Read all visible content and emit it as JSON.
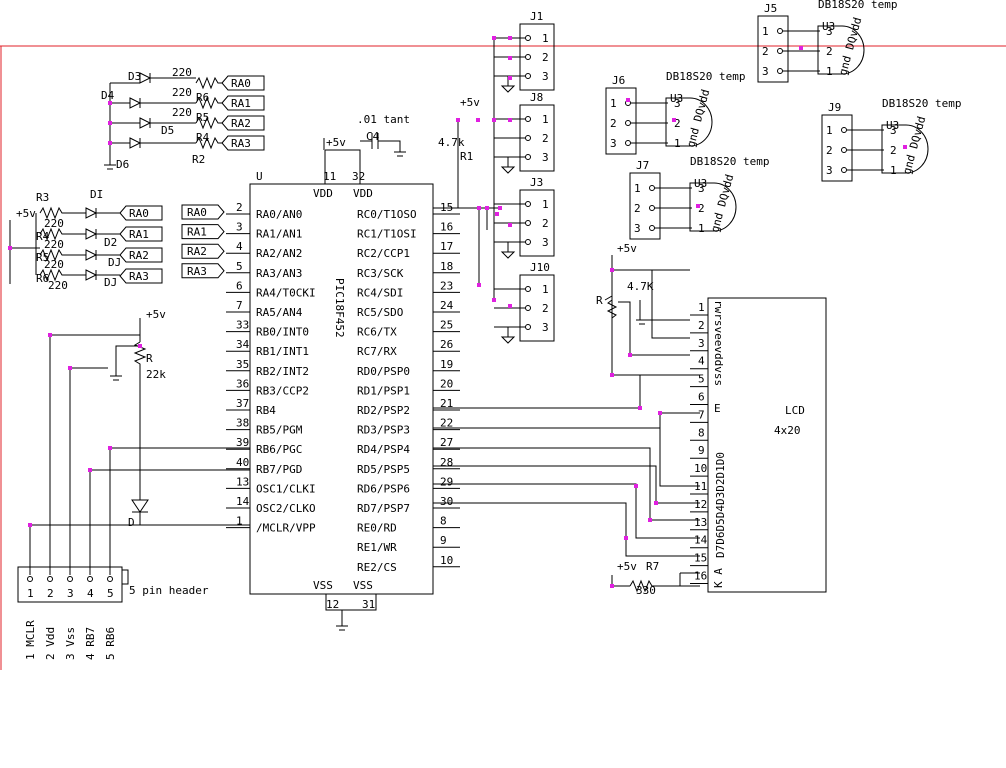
{
  "colors": {
    "wire": "#000000",
    "node": "#e020e0",
    "border": "#e0202a",
    "background": "#ffffff"
  },
  "labels": {
    "mcu_ref": "U",
    "mcu_name": "PIC18F452",
    "vdd1": "VDD",
    "vdd2": "VDD",
    "vss1": "VSS",
    "vss2": "VSS",
    "pin11": "11",
    "pin32": "32",
    "pin12": "12",
    "pin31": "31",
    "v5_main": "+5v",
    "v5_r": "+5v",
    "v5_r1": "+5v",
    "v5_lcd": "+5v",
    "v5_bl": "+5v",
    "v5_leds": "+5v",
    "cap_ref": "C4",
    "cap_val": ".01 tant",
    "r_ref": "R",
    "r_val": "22k",
    "diode_ref": "D",
    "header": "5 pin header",
    "r1_ref": "R1",
    "r1_val": "4.7k",
    "r2_ref": "R2",
    "r3_ref": "R3",
    "r7_ref": "R7",
    "r7_val": "330",
    "pot_ref": "R",
    "pot_val": "4.7K",
    "lcd_name": "LCD",
    "lcd_size": "4x20",
    "lcd_ctrl": "rwrsveevddvss",
    "lcd_ek": "E",
    "lcd_d": "D7D6D5D4D3D2D1D0",
    "lcd_ka": "K A",
    "sensor": "DB18S20 temp",
    "sensor_pins": "gnd DQvdd",
    "u3": "U3"
  },
  "mcu_left_pins": [
    {
      "num": "2",
      "name": "RA0/AN0"
    },
    {
      "num": "3",
      "name": "RA1/AN1"
    },
    {
      "num": "4",
      "name": "RA2/AN2"
    },
    {
      "num": "5",
      "name": "RA3/AN3"
    },
    {
      "num": "6",
      "name": "RA4/T0CKI"
    },
    {
      "num": "7",
      "name": "RA5/AN4"
    },
    {
      "num": "33",
      "name": "RB0/INT0"
    },
    {
      "num": "34",
      "name": "RB1/INT1"
    },
    {
      "num": "35",
      "name": "RB2/INT2"
    },
    {
      "num": "36",
      "name": "RB3/CCP2"
    },
    {
      "num": "37",
      "name": "RB4"
    },
    {
      "num": "38",
      "name": "RB5/PGM"
    },
    {
      "num": "39",
      "name": "RB6/PGC"
    },
    {
      "num": "40",
      "name": "RB7/PGD"
    },
    {
      "num": "13",
      "name": "OSC1/CLKI"
    },
    {
      "num": "14",
      "name": "OSC2/CLKO"
    },
    {
      "num": "1",
      "name": "/MCLR/VPP"
    }
  ],
  "mcu_right_pins": [
    {
      "num": "15",
      "name": "RC0/T1OSO"
    },
    {
      "num": "16",
      "name": "RC1/T1OSI"
    },
    {
      "num": "17",
      "name": "RC2/CCP1"
    },
    {
      "num": "18",
      "name": "RC3/SCK"
    },
    {
      "num": "23",
      "name": "RC4/SDI"
    },
    {
      "num": "24",
      "name": "RC5/SDO"
    },
    {
      "num": "25",
      "name": "RC6/TX"
    },
    {
      "num": "26",
      "name": "RC7/RX"
    },
    {
      "num": "19",
      "name": "RD0/PSP0"
    },
    {
      "num": "20",
      "name": "RD1/PSP1"
    },
    {
      "num": "21",
      "name": "RD2/PSP2"
    },
    {
      "num": "22",
      "name": "RD3/PSP3"
    },
    {
      "num": "27",
      "name": "RD4/PSP4"
    },
    {
      "num": "28",
      "name": "RD5/PSP5"
    },
    {
      "num": "29",
      "name": "RD6/PSP6"
    },
    {
      "num": "30",
      "name": "RD7/PSP7"
    },
    {
      "num": "8",
      "name": "RE0/RD"
    },
    {
      "num": "9",
      "name": "RE1/WR"
    },
    {
      "num": "10",
      "name": "RE2/CS"
    }
  ],
  "net_tags_mcu": [
    "RA0",
    "RA1",
    "RA2",
    "RA3"
  ],
  "net_tags_top": [
    "RA0",
    "RA1",
    "RA2",
    "RA3"
  ],
  "net_tags_left": [
    "RA0",
    "RA1",
    "RA2",
    "RA3"
  ],
  "top_leds": {
    "refs": [
      "D3",
      "D4",
      "D5",
      "D6"
    ],
    "values": [
      "220",
      "220",
      "220"
    ],
    "r_refs": [
      "R6",
      "R5",
      "R4"
    ]
  },
  "left_leds": {
    "refs": [
      "DI",
      "D2",
      "DJ",
      "DJ"
    ],
    "values": [
      "220",
      "220",
      "220",
      "220"
    ],
    "r_refs": [
      "R3",
      "R4",
      "R5",
      "R6"
    ]
  },
  "header_pins": [
    "1",
    "2",
    "3",
    "4",
    "5"
  ],
  "header_names": [
    "1 MCLR",
    "2 Vdd",
    "3 Vss",
    "4 RB7",
    "5 RB6"
  ],
  "connectors": [
    {
      "ref": "J1",
      "pins": [
        "1",
        "2",
        "3"
      ]
    },
    {
      "ref": "J8",
      "pins": [
        "1",
        "2",
        "3"
      ]
    },
    {
      "ref": "J3",
      "pins": [
        "1",
        "2",
        "3"
      ]
    },
    {
      "ref": "J10",
      "pins": [
        "1",
        "2",
        "3"
      ]
    }
  ],
  "sensor_blocks": [
    {
      "ref": "J5",
      "pins": [
        "1",
        "2",
        "3"
      ],
      "upins": [
        "3",
        "2",
        "1"
      ]
    },
    {
      "ref": "J6",
      "pins": [
        "1",
        "2",
        "3"
      ],
      "upins": [
        "3",
        "2",
        "1"
      ]
    },
    {
      "ref": "J7",
      "pins": [
        "1",
        "2",
        "3"
      ],
      "upins": [
        "3",
        "2",
        "1"
      ]
    },
    {
      "ref": "J9",
      "pins": [
        "1",
        "2",
        "3"
      ],
      "upins": [
        "3",
        "2",
        "1"
      ]
    }
  ],
  "lcd_pins": [
    "1",
    "2",
    "3",
    "4",
    "5",
    "6",
    "7",
    "8",
    "9",
    "10",
    "11",
    "12",
    "13",
    "14",
    "15",
    "16"
  ]
}
